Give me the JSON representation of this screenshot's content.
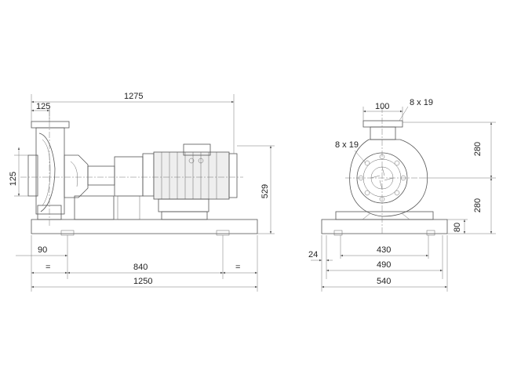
{
  "side_view": {
    "overall_length": "1275",
    "flange_offset": "125",
    "flange_height": "125",
    "total_height": "529",
    "foot_offset": "90",
    "foot_spacing": "840",
    "base_length": "1250",
    "equal_left": "=",
    "equal_right": "="
  },
  "front_view": {
    "outlet_offset": "100",
    "outlet_holes": "8 x 19",
    "inlet_holes": "8 x 19",
    "upper_height": "280",
    "lower_height": "280",
    "base_height": "80",
    "foot_edge": "24",
    "inner_spacing": "430",
    "outer_spacing": "490",
    "base_width": "540"
  }
}
